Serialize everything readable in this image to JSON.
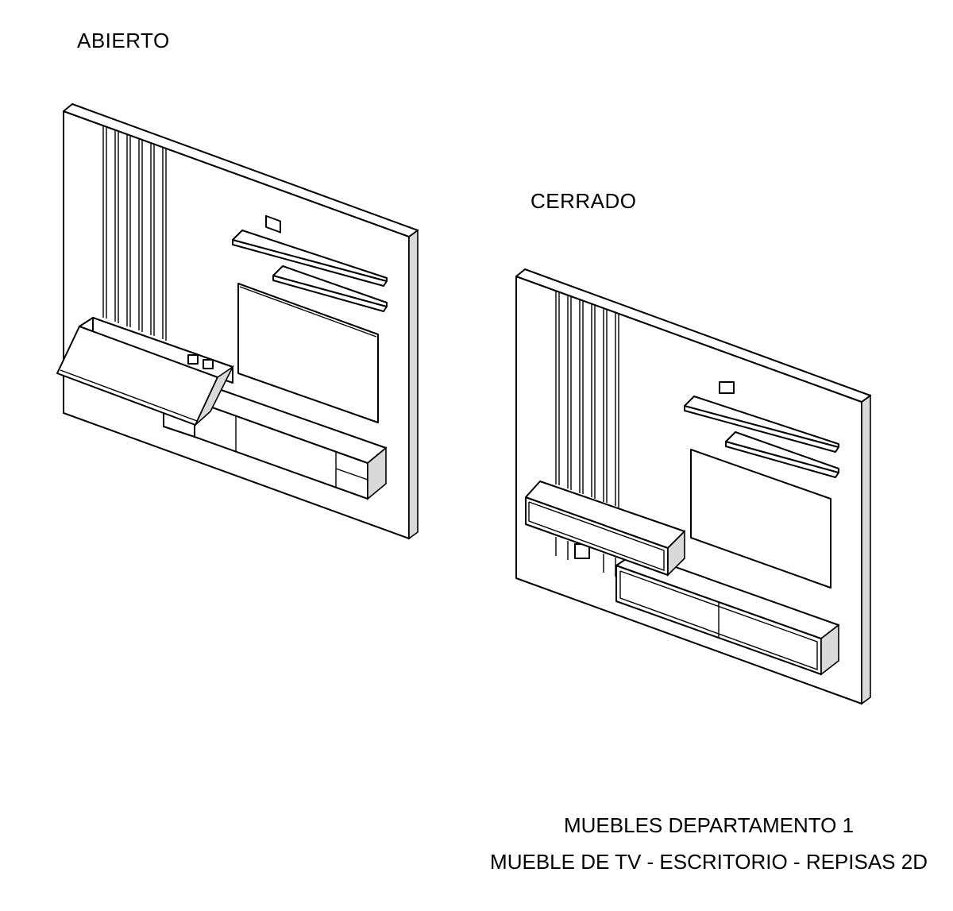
{
  "views": {
    "open": {
      "label": "ABIERTO"
    },
    "closed": {
      "label": "CERRADO"
    }
  },
  "title_block": {
    "line1": "MUEBLES DEPARTAMENTO 1",
    "line2": "MUEBLE DE TV - ESCRITORIO - REPISAS 2D"
  }
}
